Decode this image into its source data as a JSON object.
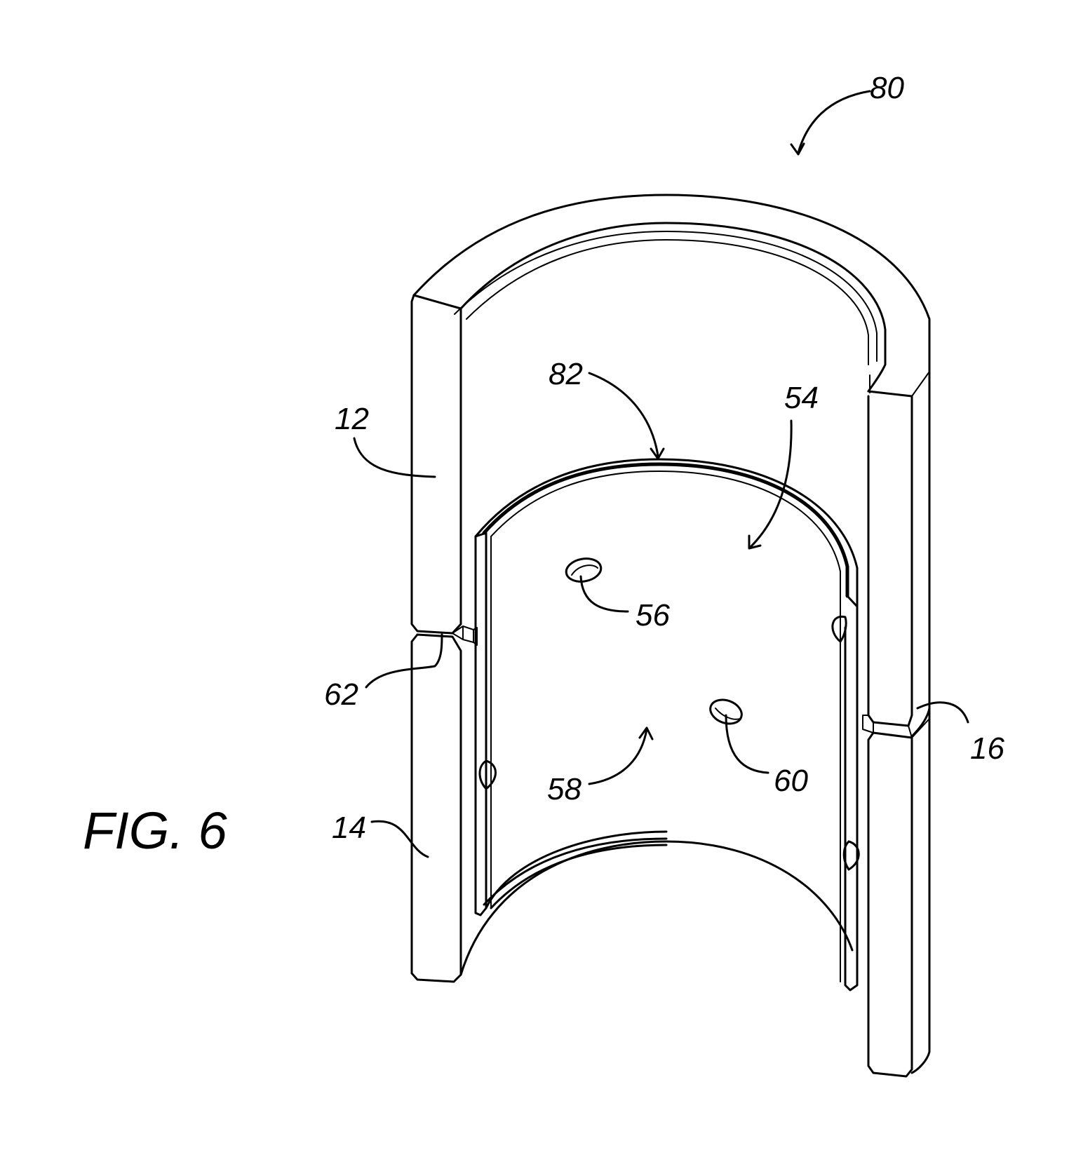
{
  "figure": {
    "title": "FIG. 6",
    "labels": {
      "ref_80": "80",
      "ref_82": "82",
      "ref_54": "54",
      "ref_12": "12",
      "ref_56": "56",
      "ref_62": "62",
      "ref_16": "16",
      "ref_60": "60",
      "ref_58": "58",
      "ref_14": "14"
    }
  }
}
